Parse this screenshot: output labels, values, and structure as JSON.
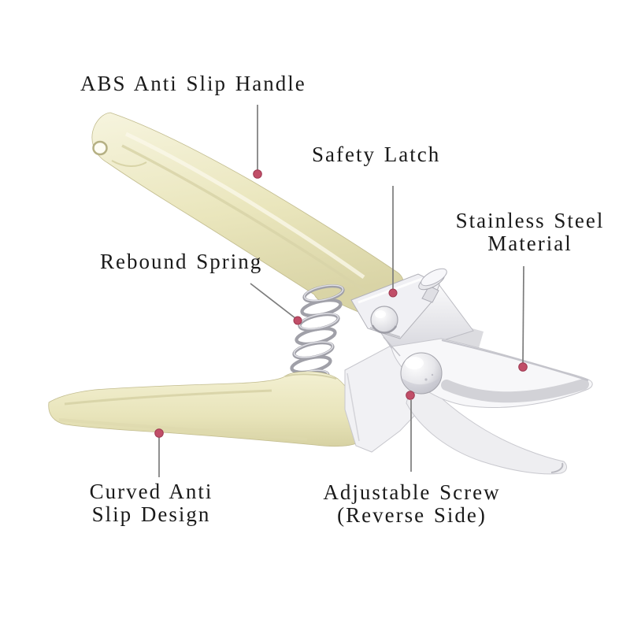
{
  "figure": {
    "type": "annotated-product-diagram",
    "subject": "bypass garden pruning shears"
  },
  "palette": {
    "background": "#ffffff",
    "handle_plastic": "#ece8c1",
    "handle_shade": "#d8d3a4",
    "metal_light": "#f5f5f7",
    "metal_shade": "#c7c7cf",
    "leader_line": "#7c7c7c",
    "marker_dot": "#c14e68",
    "label_text": "#1a1a1a"
  },
  "annotations": {
    "abs_handle": {
      "label": "ABS Anti Slip Handle"
    },
    "safety_latch": {
      "label": "Safety Latch"
    },
    "stainless_steel": {
      "line1": "Stainless Steel",
      "line2": "Material"
    },
    "rebound_spring": {
      "label": "Rebound Spring"
    },
    "curved_grip": {
      "line1": "Curved Anti",
      "line2": "Slip Design"
    },
    "adjustable_screw": {
      "line1": "Adjustable Screw",
      "line2": "(Reverse Side)"
    }
  }
}
